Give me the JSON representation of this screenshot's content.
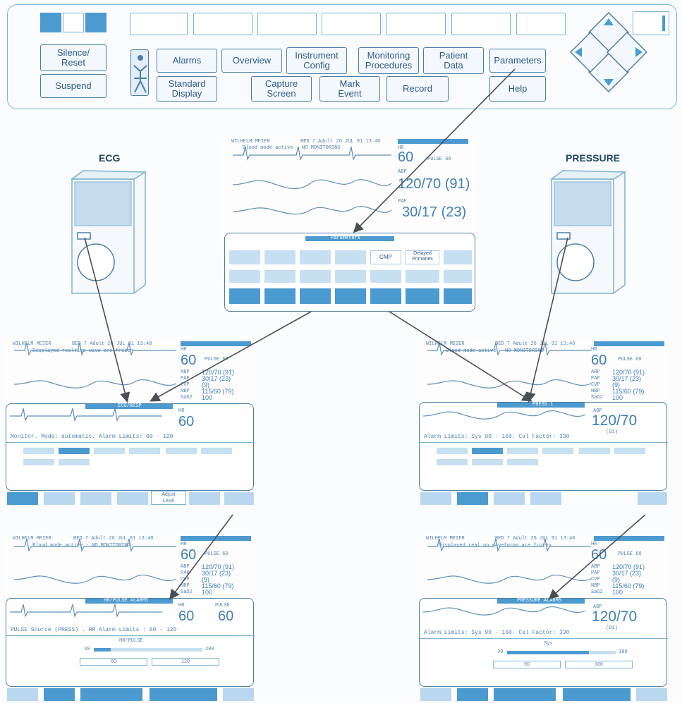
{
  "keypad": {
    "silence_reset": "Silence/\nReset",
    "suspend": "Suspend",
    "alarms": "Alarms",
    "overview": "Overview",
    "instrument_config": "Instrument\nConfig",
    "monitoring_procedures": "Monitoring\nProcedures",
    "patient_data": "Patient\nData",
    "parameters": "Parameters",
    "standard_display": "Standard\nDisplay",
    "capture_screen": "Capture\nScreen",
    "mark_event": "Mark\nEvent",
    "record": "Record",
    "help": "Help"
  },
  "sections": {
    "ecg": "ECG",
    "pressure": "PRESSURE"
  },
  "screens": {
    "patient": "WILHELM MEIER",
    "bed": "BED 7  Adult  26 JUL 91 13:40",
    "msg_top": "Blood mode active - NO MONITORING",
    "msg_right": "Blood mode active - NO MONITORING",
    "msg_br": "Displayed real no waveforms are frozen",
    "msg_lt": "Displayed realtime wave are frozen",
    "hr": "60",
    "pulse_small": "PULSE 60",
    "abp": "120/70 (91)",
    "pap": "30/17 (23)",
    "abp_lbl": "ABP",
    "pap_lbl": "PAP",
    "hr_lbl": "HR",
    "vitals_labels": [
      "ABP",
      "PAP",
      "CVP",
      "NBP",
      "SaO2"
    ],
    "vitals_values": [
      "120/70 (91)",
      "30/17 (23)",
      "(9)",
      "115/60 (79)",
      "100"
    ],
    "params_title": "Parameters",
    "params_cmp": "CMP",
    "params_delayed": "Delayed\nPrimaries",
    "ecg_title": "ECG/RESP",
    "ecg_status": "Monitor.  Mode: automatic.   Alarm Limits:  60 - 120",
    "ecg_hr": "60",
    "press_title": "PRESS 1",
    "press_status": "Alarm Limits: Sys 90 - 160. Cal Factor: 330",
    "press_big": "120/70",
    "press_mean": "(91)",
    "adjust_level": "Adjust\nLevel",
    "hr_pulse_title": "HR/PULSE ALARMS",
    "hr_pulse_status": "PULSE  Source (PRESS) .  HR   Alarm Limits :   60 - 120",
    "hr_pulse_label": "HR/PULSE",
    "pulse_lbl": "PULSE",
    "pulse_val": "60",
    "hr_low": "60",
    "hr_high": "120",
    "sys_title": "PRESSURE ALARMS",
    "sys_label": "Sys",
    "sys_low": "90",
    "sys_high": "160",
    "scale_min_l": "30",
    "scale_max_l": "200",
    "scale_min_r": "30",
    "scale_max_r": "180"
  }
}
